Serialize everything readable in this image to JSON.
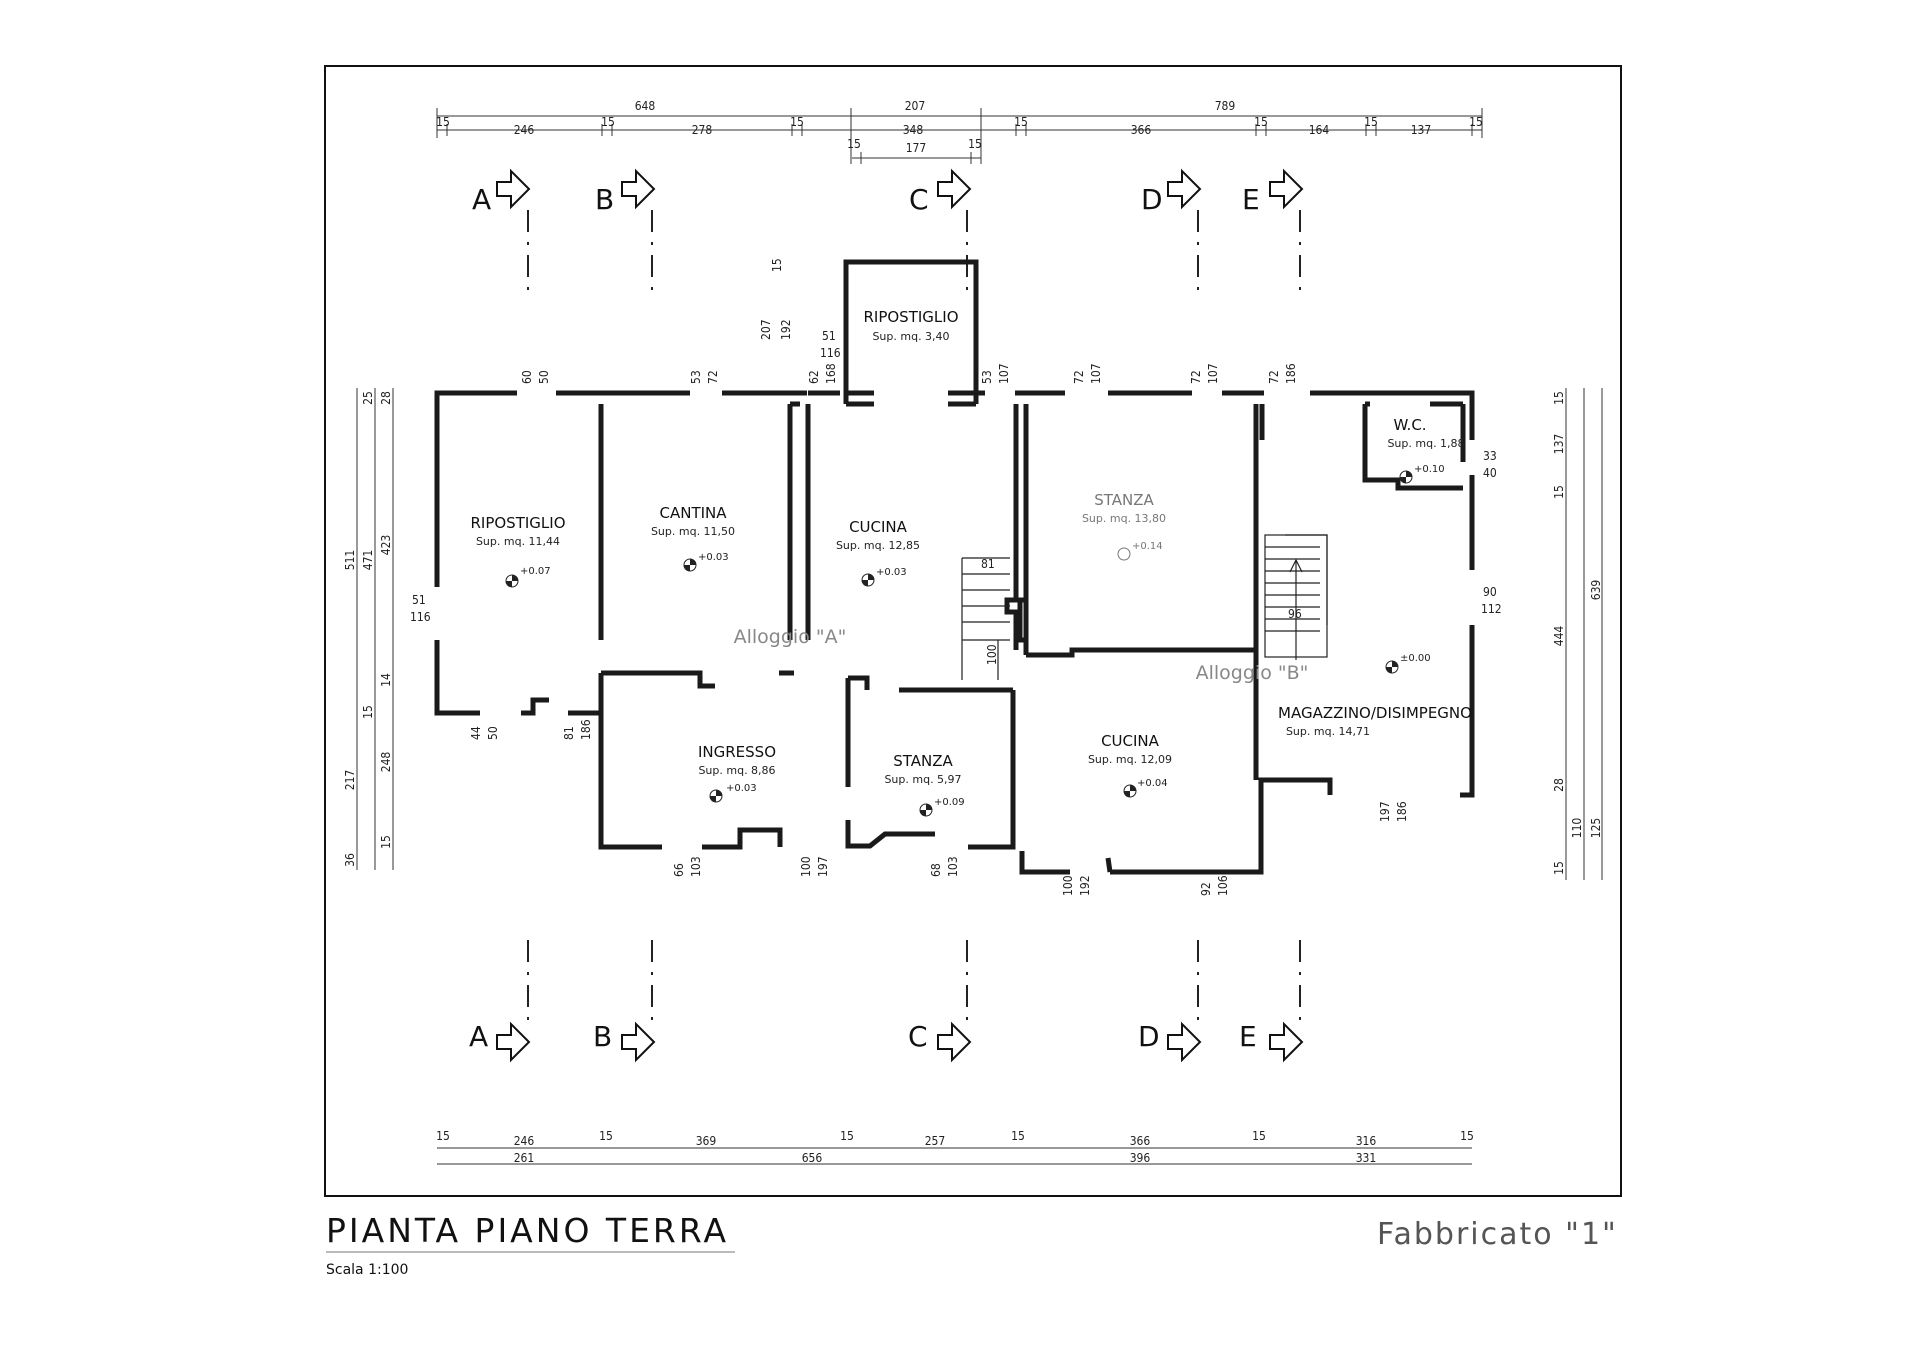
{
  "title": "PIANTA PIANO TERRA",
  "scale": "Scala 1:100",
  "building": "Fabbricato \"1\"",
  "units": {
    "a": "Alloggio \"A\"",
    "b": "Alloggio \"B\""
  },
  "rooms": [
    {
      "name": "RIPOSTIGLIO",
      "area": "Sup. mq. 11,44",
      "level": "+0.07"
    },
    {
      "name": "CANTINA",
      "area": "Sup. mq. 11,50",
      "level": "+0.03"
    },
    {
      "name": "CUCINA",
      "area": "Sup. mq. 12,85",
      "level": "+0.03"
    },
    {
      "name": "RIPOSTIGLIO",
      "area": "Sup. mq. 3,40",
      "level": ""
    },
    {
      "name": "STANZA",
      "area": "Sup. mq. 13,80",
      "level": "+0.14"
    },
    {
      "name": "W.C.",
      "area": "Sup. mq. 1,88",
      "level": "+0.10"
    },
    {
      "name": "INGRESSO",
      "area": "Sup. mq. 8,86",
      "level": "+0.03"
    },
    {
      "name": "STANZA",
      "area": "Sup. mq. 5,97",
      "level": "+0.09"
    },
    {
      "name": "CUCINA",
      "area": "Sup. mq. 12,09",
      "level": "+0.04"
    },
    {
      "name": "MAGAZZINO/DISIMPEGNO",
      "area": "Sup. mq. 14,71",
      "level": "±0.00"
    }
  ],
  "sections": [
    "A",
    "B",
    "C",
    "D",
    "E"
  ],
  "dims_top": {
    "row1": [
      "648",
      "207",
      "789"
    ],
    "row2": [
      "15",
      "246",
      "15",
      "278",
      "15",
      "348",
      "15",
      "366",
      "15",
      "164",
      "15",
      "137",
      "15"
    ],
    "row3": [
      "15",
      "177",
      "15"
    ]
  },
  "dims_bottom": {
    "row1": [
      "15",
      "246",
      "15",
      "369",
      "15",
      "257",
      "15",
      "366",
      "15",
      "316",
      "15"
    ],
    "row2": [
      "261",
      "656",
      "396",
      "331"
    ]
  },
  "dims_openings": {
    "top": [
      "60",
      "50",
      "53",
      "72",
      "15",
      "207",
      "192",
      "62",
      "168",
      "51",
      "116",
      "53",
      "107",
      "72",
      "107",
      "72",
      "107",
      "72",
      "186"
    ],
    "left": [
      "51",
      "116"
    ],
    "right": [
      "33",
      "40",
      "90",
      "112"
    ],
    "bottom": [
      "44",
      "50",
      "81",
      "186",
      "66",
      "103",
      "100",
      "197",
      "68",
      "103",
      "100",
      "192",
      "92",
      "106",
      "197",
      "186"
    ],
    "inner": [
      "81",
      "100",
      "96"
    ]
  },
  "dims_left": {
    "outer": [
      "511",
      "217",
      "36"
    ],
    "mid": [
      "25",
      "471",
      "15"
    ],
    "inner": [
      "28",
      "423",
      "14",
      "248",
      "15"
    ]
  },
  "dims_right": {
    "inner": [
      "15",
      "137",
      "15",
      "444",
      "28",
      "110",
      "15"
    ],
    "outer": [
      "639",
      "125"
    ]
  }
}
